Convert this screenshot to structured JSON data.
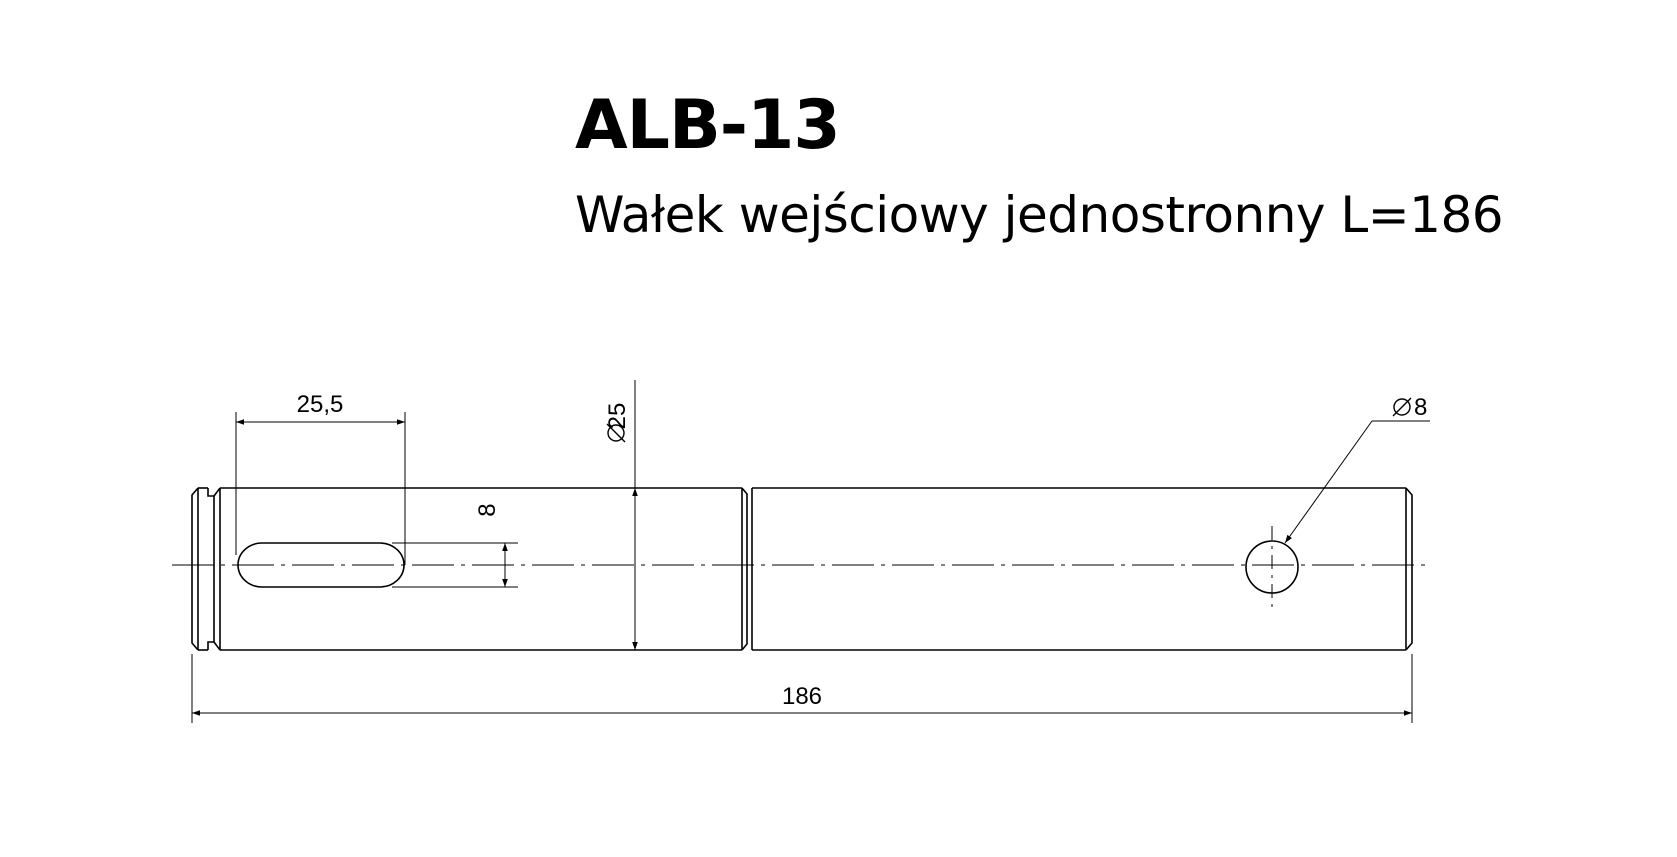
{
  "drawing": {
    "code": "ALB-13",
    "description": "Wałek wejściowy jednostronny L=186"
  },
  "dimensions": {
    "keyway_length": "25,5",
    "keyway_width": "8",
    "shaft_diameter": "25",
    "hole_diameter": "8",
    "overall_length": "186"
  }
}
